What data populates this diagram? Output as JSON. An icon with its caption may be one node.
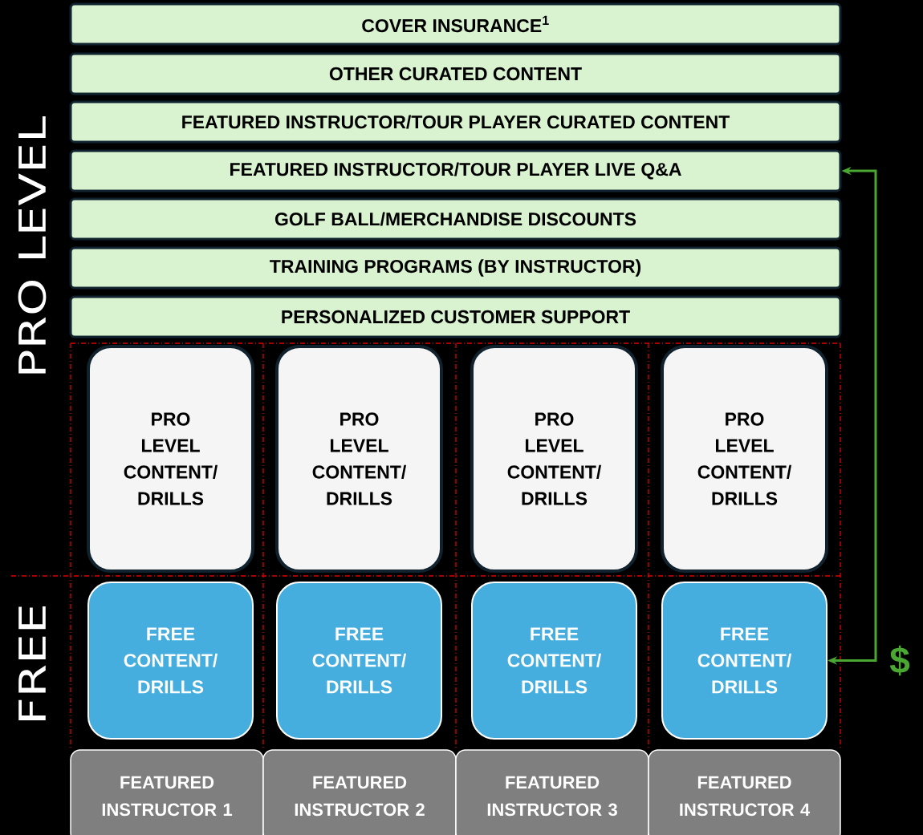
{
  "diagram": {
    "nodes": [
      {
        "text": [
          "COVER INSURANCE$^{1}$"
        ]
      },
      {
        "text": [
          "OTHER CURATED CONTENT"
        ]
      },
      {
        "text": [
          "FEATURED INSTRUCTOR/TOUR PLAYER CURATED CONTENT"
        ]
      },
      {
        "text": [
          "FEATURED INSTRUCTOR/TOUR PLAYER LIVE Q&A"
        ]
      },
      {
        "text": [
          "GOLF BALL/MERCHANDISE DISCOUNTS"
        ]
      },
      {
        "text": [
          "TRAINING PROGRAMS (BY INSTRUCTOR)"
        ]
      },
      {
        "text": [
          "PERSONALIZED CUSTOMER SUPPORT"
        ]
      },
      {
        "text": [
          "PRO LEVEL CONTENT/ DRILLS"
        ]
      },
      {
        "text": [
          "PRO LEVEL CONTENT/ DRILLS"
        ]
      },
      {
        "text": [
          "PRO LEVEL CONTENT/ DRILLS"
        ]
      },
      {
        "text": [
          "PRO LEVEL CONTENT/ DRILLS"
        ]
      },
      {
        "text": [
          "FREE CONTENT/ DRILLS"
        ]
      },
      {
        "text": [
          "FREE CONTENT/ DRILLS"
        ]
      },
      {
        "text": [
          "FREE CONTENT/ DRILLS"
        ]
      },
      {
        "text": [
          "FREE CONTENT/ DRILLS"
        ]
      },
      {
        "text": [
          "FEATURED INSTRUCTOR 1"
        ]
      },
      {
        "text": [
          "FEATURED INSTRUCTOR 2"
        ]
      },
      {
        "text": [
          "FEATURED INSTRUCTOR 3"
        ]
      },
      {
        "text": [
          "FEATURED INSTRUCTOR 4"
        ]
      }
    ],
    "edges": [
      {
        "from": 14,
        "to": 3,
        "arrow": "both",
        "label": "$",
        "color": "#4aa832"
      }
    ],
    "labels": [
      "PRO LEVEL",
      "FREE"
    ]
  }
}
